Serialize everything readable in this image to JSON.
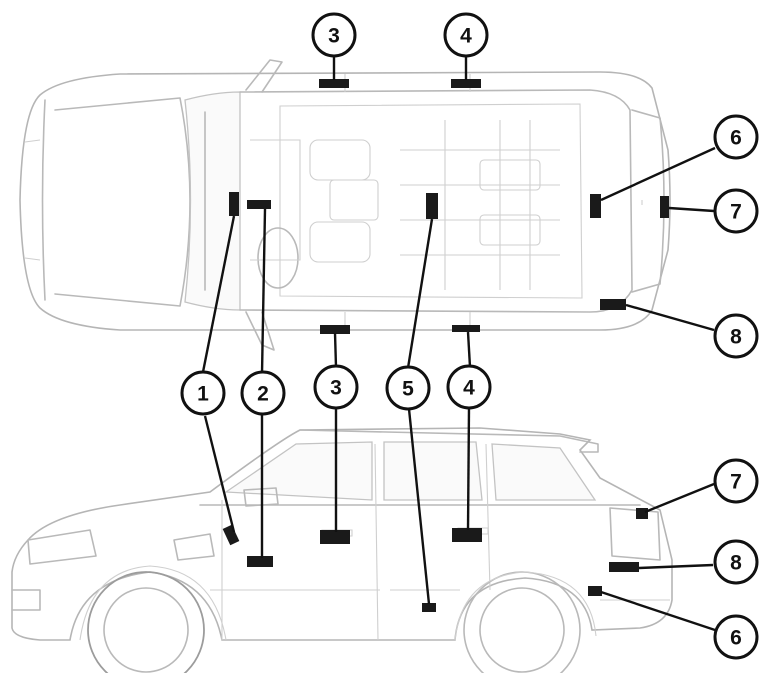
{
  "callouts": [
    {
      "id": "c3-top",
      "label": "3"
    },
    {
      "id": "c4-top",
      "label": "4"
    },
    {
      "id": "c6-top",
      "label": "6"
    },
    {
      "id": "c7-top",
      "label": "7"
    },
    {
      "id": "c8-top",
      "label": "8"
    },
    {
      "id": "c1",
      "label": "1"
    },
    {
      "id": "c2",
      "label": "2"
    },
    {
      "id": "c3-mid",
      "label": "3"
    },
    {
      "id": "c5",
      "label": "5"
    },
    {
      "id": "c4-mid",
      "label": "4"
    },
    {
      "id": "c7-side",
      "label": "7"
    },
    {
      "id": "c8-side",
      "label": "8"
    },
    {
      "id": "c6-side",
      "label": "6"
    }
  ],
  "colors": {
    "outline": "#b9b9b9",
    "callout": "#111111",
    "module": "#1a1a1a"
  }
}
